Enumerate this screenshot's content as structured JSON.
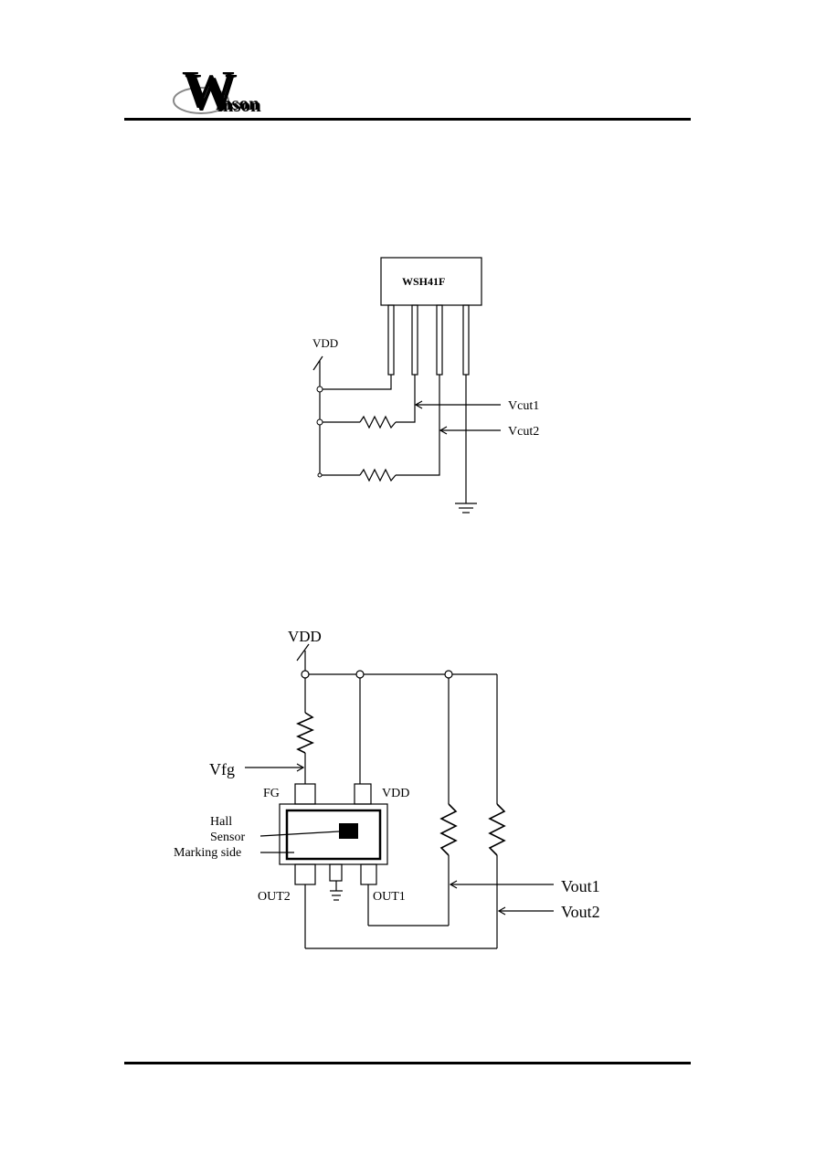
{
  "header": {
    "logo_text": "Winson"
  },
  "figure1": {
    "chip_label": "WSH41F",
    "vdd_label": "VDD",
    "vout1_label": "Vcut1",
    "vout2_label": "Vcut2"
  },
  "figure2": {
    "vdd_label": "VDD",
    "vfg_label": "Vfg",
    "fg_pin_label": "FG",
    "vdd_pin_label": "VDD",
    "hall_label": "Hall",
    "sensor_label": "Sensor",
    "marking_label": "Marking side",
    "out2_pin_label": "OUT2",
    "out1_pin_label": "OUT1",
    "vout1_label": "Vout1",
    "vout2_label": "Vout2"
  },
  "colors": {
    "ink": "#000000",
    "logo_shadow": "#888888"
  }
}
